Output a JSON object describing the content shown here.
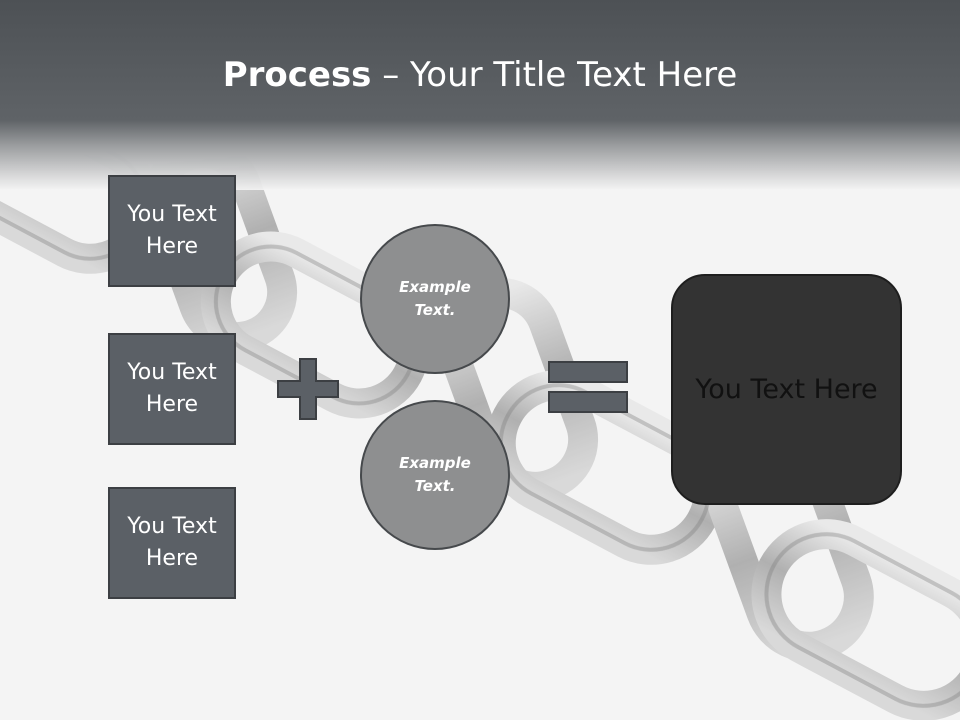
{
  "slide": {
    "title_bold": "Process",
    "title_rest": " – Your Title Text Here",
    "boxes": [
      {
        "line1": "You Text",
        "line2": "Here"
      },
      {
        "line1": "You Text",
        "line2": "Here"
      },
      {
        "line1": "You Text",
        "line2": "Here"
      }
    ],
    "circles": [
      {
        "line1": "Example",
        "line2": "Text."
      },
      {
        "line1": "Example",
        "line2": "Text."
      }
    ],
    "result_text": "You Text Here"
  },
  "colors": {
    "title_bar": "#5f6367",
    "box_fill": "#5b6066",
    "circle_fill": "#8e8f90",
    "operator_fill": "#5b6066",
    "result_fill": "#333333"
  },
  "icons": [
    "plus-icon",
    "equals-icon",
    "chain-background"
  ]
}
